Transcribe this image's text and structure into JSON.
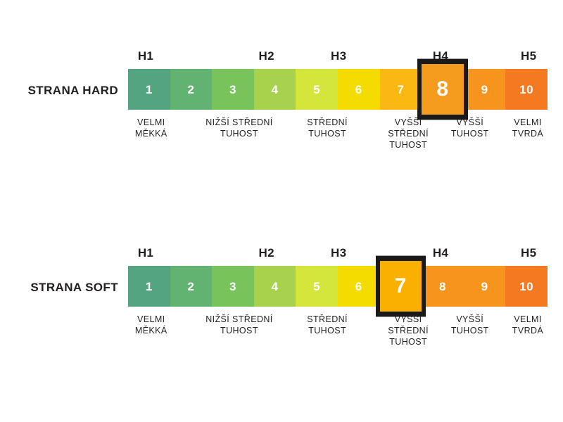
{
  "chart_data": {
    "type": "bar",
    "title": "",
    "xlabel": "",
    "ylabel": "",
    "scales": [
      {
        "id": "hard",
        "label": "STRANA HARD",
        "highlighted_value": 8,
        "categories": [
          1,
          2,
          3,
          4,
          5,
          6,
          7,
          8,
          9,
          10
        ],
        "values": [
          1,
          2,
          3,
          4,
          5,
          6,
          7,
          8,
          9,
          10
        ],
        "colors": [
          "#55a481",
          "#62b272",
          "#78c45a",
          "#a8d24e",
          "#d4e63c",
          "#f5dc00",
          "#fbb813",
          "#f59b1e",
          "#f7941e",
          "#f47920"
        ],
        "groups": [
          {
            "label": "H1",
            "center_pct": 4.2
          },
          {
            "label": "H2",
            "center_pct": 33.0
          },
          {
            "label": "H3",
            "center_pct": 50.2
          },
          {
            "label": "H4",
            "center_pct": 74.5
          },
          {
            "label": "H5",
            "center_pct": 95.5
          }
        ],
        "captions": [
          {
            "text": "VELMI\nMĚKKÁ",
            "center_pct": 5.5
          },
          {
            "text": "NIŽŠÍ STŘEDNÍ\nTUHOST",
            "center_pct": 26.5
          },
          {
            "text": "STŘEDNÍ\nTUHOST",
            "center_pct": 47.5
          },
          {
            "text": "VYŠŠÍ\nSTŘEDNÍ\nTUHOST",
            "center_pct": 66.8
          },
          {
            "text": "VYŠŠÍ\nTUHOST",
            "center_pct": 81.5
          },
          {
            "text": "VELMI\nTVRDÁ",
            "center_pct": 95.3
          }
        ]
      },
      {
        "id": "soft",
        "label": "STRANA SOFT",
        "highlighted_value": 7,
        "categories": [
          1,
          2,
          3,
          4,
          5,
          6,
          7,
          8,
          9,
          10
        ],
        "values": [
          1,
          2,
          3,
          4,
          5,
          6,
          7,
          8,
          9,
          10
        ],
        "colors": [
          "#55a481",
          "#62b272",
          "#78c45a",
          "#a8d24e",
          "#d4e63c",
          "#f5dc00",
          "#f9b000",
          "#f7941e",
          "#f7941e",
          "#f47920"
        ],
        "groups": [
          {
            "label": "H1",
            "center_pct": 4.2
          },
          {
            "label": "H2",
            "center_pct": 33.0
          },
          {
            "label": "H3",
            "center_pct": 50.2
          },
          {
            "label": "H4",
            "center_pct": 74.5
          },
          {
            "label": "H5",
            "center_pct": 95.5
          }
        ],
        "captions": [
          {
            "text": "VELMI\nMĚKKÁ",
            "center_pct": 5.5
          },
          {
            "text": "NIŽŠÍ STŘEDNÍ\nTUHOST",
            "center_pct": 26.5
          },
          {
            "text": "STŘEDNÍ\nTUHOST",
            "center_pct": 47.5
          },
          {
            "text": "VYŠŠÍ\nSTŘEDNÍ\nTUHOST",
            "center_pct": 66.8
          },
          {
            "text": "VYŠŠÍ\nTUHOST",
            "center_pct": 81.5
          },
          {
            "text": "VELMI\nTVRDÁ",
            "center_pct": 95.3
          }
        ]
      }
    ]
  },
  "highlight_border_color": "#1a1a1a",
  "background_color": "#ffffff",
  "text_color": "#231f20"
}
